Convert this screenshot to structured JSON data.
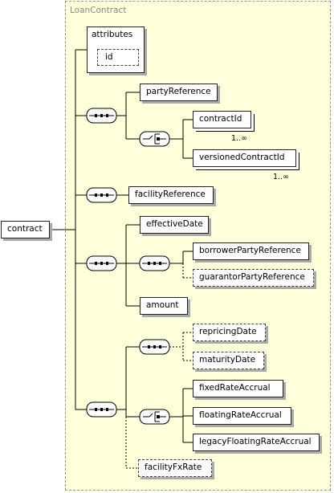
{
  "type_name": "LoanContract",
  "root": {
    "label": "contract"
  },
  "attributes": {
    "label": "attributes",
    "items": [
      "id"
    ]
  },
  "elements": {
    "party_reference": "partyReference",
    "contract_id": "contractId",
    "contract_id_multiplicity": "1..∞",
    "versioned_contract_id": "versionedContractId",
    "versioned_contract_id_multiplicity": "1..∞",
    "facility_reference": "facilityReference",
    "effective_date": "effectiveDate",
    "borrower_party_reference": "borrowerPartyReference",
    "guarantor_party_reference": "guarantorPartyReference",
    "amount": "amount",
    "repricing_date": "repricingDate",
    "maturity_date": "maturityDate",
    "fixed_rate_accrual": "fixedRateAccrual",
    "floating_rate_accrual": "floatingRateAccrual",
    "legacy_floating_rate_accrual": "legacyFloatingRateAccrual",
    "facility_fx_rate": "facilityFxRate"
  },
  "compositors": {
    "sequence": "sequence-icon",
    "choice": "choice-icon"
  },
  "colors": {
    "type_background": "#ffffd9",
    "type_border": "#9a9a7a",
    "type_name": "#8a8a80",
    "box_shadow": "#aaaaaa"
  }
}
